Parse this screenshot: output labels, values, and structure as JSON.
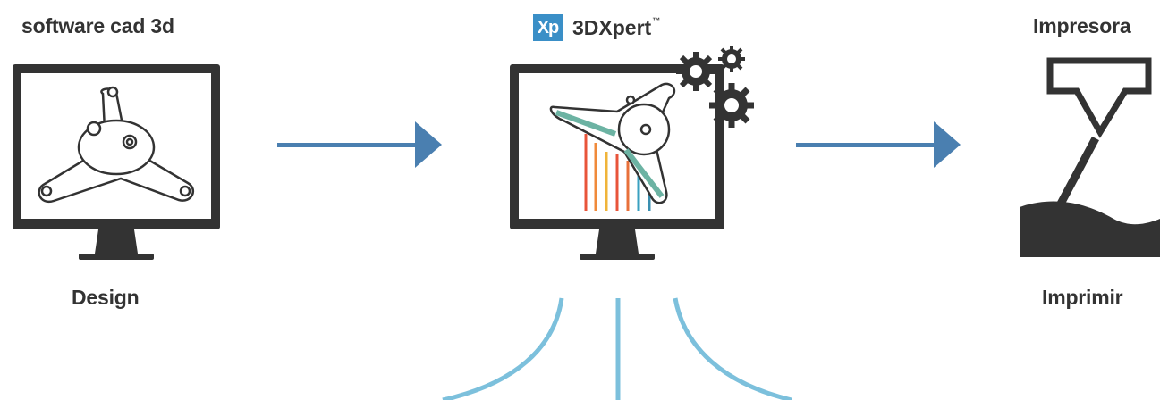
{
  "steps": {
    "cad": {
      "title": "software cad 3d",
      "caption": "Design"
    },
    "xpert": {
      "brand": "3DXpert",
      "trademark": "™",
      "logo": "Xp"
    },
    "printer": {
      "title": "Impresora",
      "caption": "Imprimir"
    }
  },
  "colors": {
    "arrow": "#4a7fb0",
    "monitor": "#333333",
    "branch": "#7cc0dc",
    "logo": "#3a8fc7"
  },
  "icons": [
    "cad-part-monitor-icon",
    "gear-icon",
    "printer-nozzle-icon",
    "arrow-right-icon"
  ]
}
